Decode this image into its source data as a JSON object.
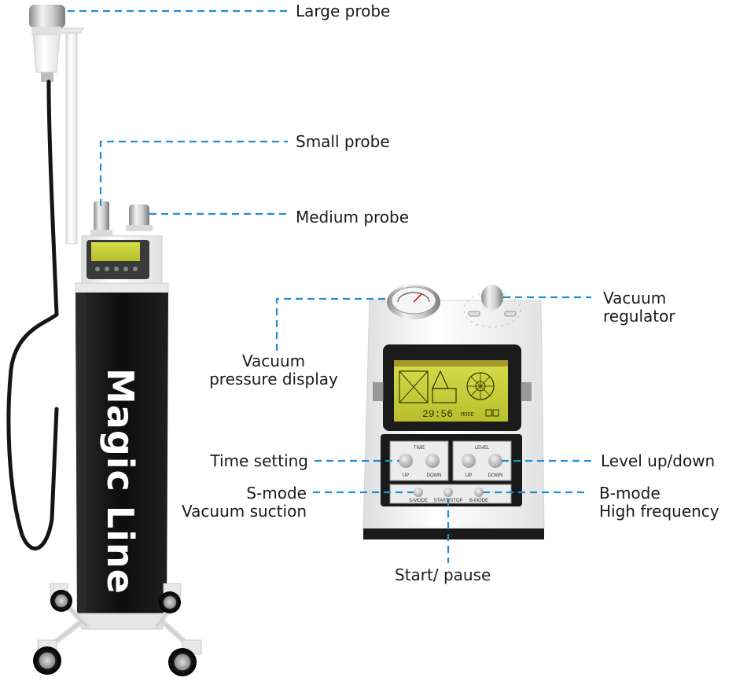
{
  "labels": {
    "large_probe": "Large probe",
    "small_probe": "Small probe",
    "medium_probe": "Medium probe",
    "vacuum_regulator": [
      "Vacuum",
      "regulator"
    ],
    "vacuum_pressure_display": [
      "Vacuum",
      "pressure display"
    ],
    "time_setting": "Time setting",
    "level_up_down": "Level up/down",
    "s_mode": [
      "S-mode",
      "Vacuum suction"
    ],
    "b_mode": [
      "B-mode",
      "High frequency"
    ],
    "start_pause": "Start/ pause"
  },
  "device": {
    "brand": "Magic Line"
  },
  "panel": {
    "time_group": "TIME",
    "level_group": "LEVEL",
    "up": "UP",
    "down": "DOWN",
    "s_mode": "S-MODE",
    "start_stop": "START/STOP",
    "b_mode": "B-MODE",
    "lcd_time": "29:56",
    "lcd_mode": "MODE"
  },
  "colors": {
    "leader_line": "#1e8fd6",
    "body_black": "#141414",
    "lcd_green": "#c9cf3a"
  }
}
